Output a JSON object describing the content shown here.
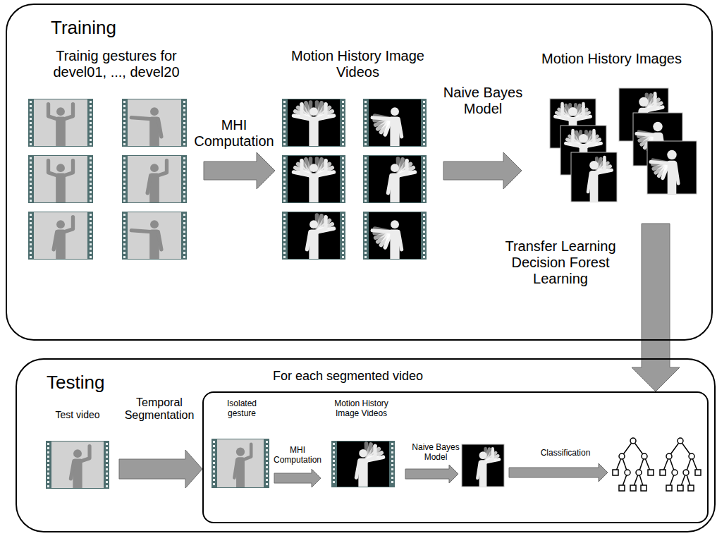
{
  "diagram": {
    "nodes": [
      {
        "text": [
          "Training"
        ]
      },
      {
        "text": [
          "Trainig gestures for devel01, ..., devel20"
        ],
        "in": 0
      },
      {
        "text": [
          "Motion History Image Videos"
        ],
        "in": 0
      },
      {
        "text": [
          "Motion History Images"
        ],
        "in": 0
      },
      {
        "text": [
          "Testing"
        ]
      },
      {
        "text": [
          "Test video"
        ],
        "in": 4
      },
      {
        "text": [
          "For each segmented video"
        ],
        "in": 4
      },
      {
        "text": [
          "Isolated gesture"
        ],
        "in": 6
      },
      {
        "text": [
          "Motion History Image Videos"
        ],
        "in": 6
      }
    ],
    "edges": [
      {
        "from": 1,
        "to": 2,
        "label": "MHI Computation",
        "arrow": "to"
      },
      {
        "from": 2,
        "to": 3,
        "label": "Naive Bayes Model",
        "arrow": "to"
      },
      {
        "from": 3,
        "to": 6,
        "label": "Transfer Learning Decision Forest Learning",
        "arrow": "to"
      },
      {
        "from": 5,
        "to": 6,
        "label": "Temporal Segmentation",
        "arrow": "to"
      },
      {
        "from": 7,
        "to": 8,
        "label": "MHI Computation",
        "arrow": "to"
      }
    ],
    "labels": [
      "Naive Bayes Model",
      "Classification"
    ]
  }
}
